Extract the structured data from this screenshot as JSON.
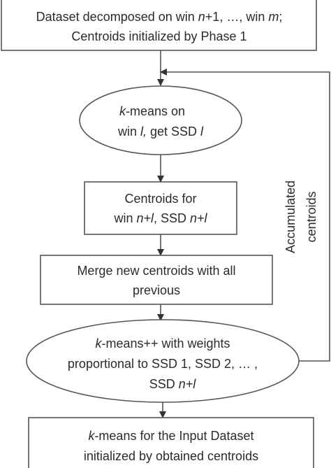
{
  "nodes": {
    "dataset_box": {
      "line1": {
        "a": "Dataset decomposed on win ",
        "b": "n",
        "c": "+1, …, win ",
        "d": "m",
        "e": ";"
      },
      "line2": "Centroids initialized by Phase 1"
    },
    "kmeans_window": {
      "line1": {
        "a": "k",
        "b": "-means on"
      },
      "line2": {
        "a": "win ",
        "b": "l,",
        "c": " get SSD ",
        "d": "l"
      }
    },
    "centroids_box": {
      "line1": "Centroids for",
      "line2": {
        "a": "win ",
        "b": "n+l",
        "c": ", SSD ",
        "d": "n+l"
      }
    },
    "merge_box": {
      "line1": "Merge new centroids with all",
      "line2": "previous"
    },
    "kmeanspp_ellipse": {
      "line1": {
        "a": "k",
        "b": "-means++ with weights"
      },
      "line2": "proportional to SSD 1, SSD 2, … ,",
      "line3": {
        "a": "SSD ",
        "b": "n+l"
      }
    },
    "final_box": {
      "line1": {
        "a": "k",
        "b": "-means for the Input Dataset"
      },
      "line2": "initialized by obtained centroids"
    }
  },
  "feedback_label": {
    "line1": "Accumulated",
    "line2": "centroids"
  },
  "colors": {
    "stroke": "#555555",
    "text": "#2b2b2b",
    "background": "#ffffff"
  }
}
